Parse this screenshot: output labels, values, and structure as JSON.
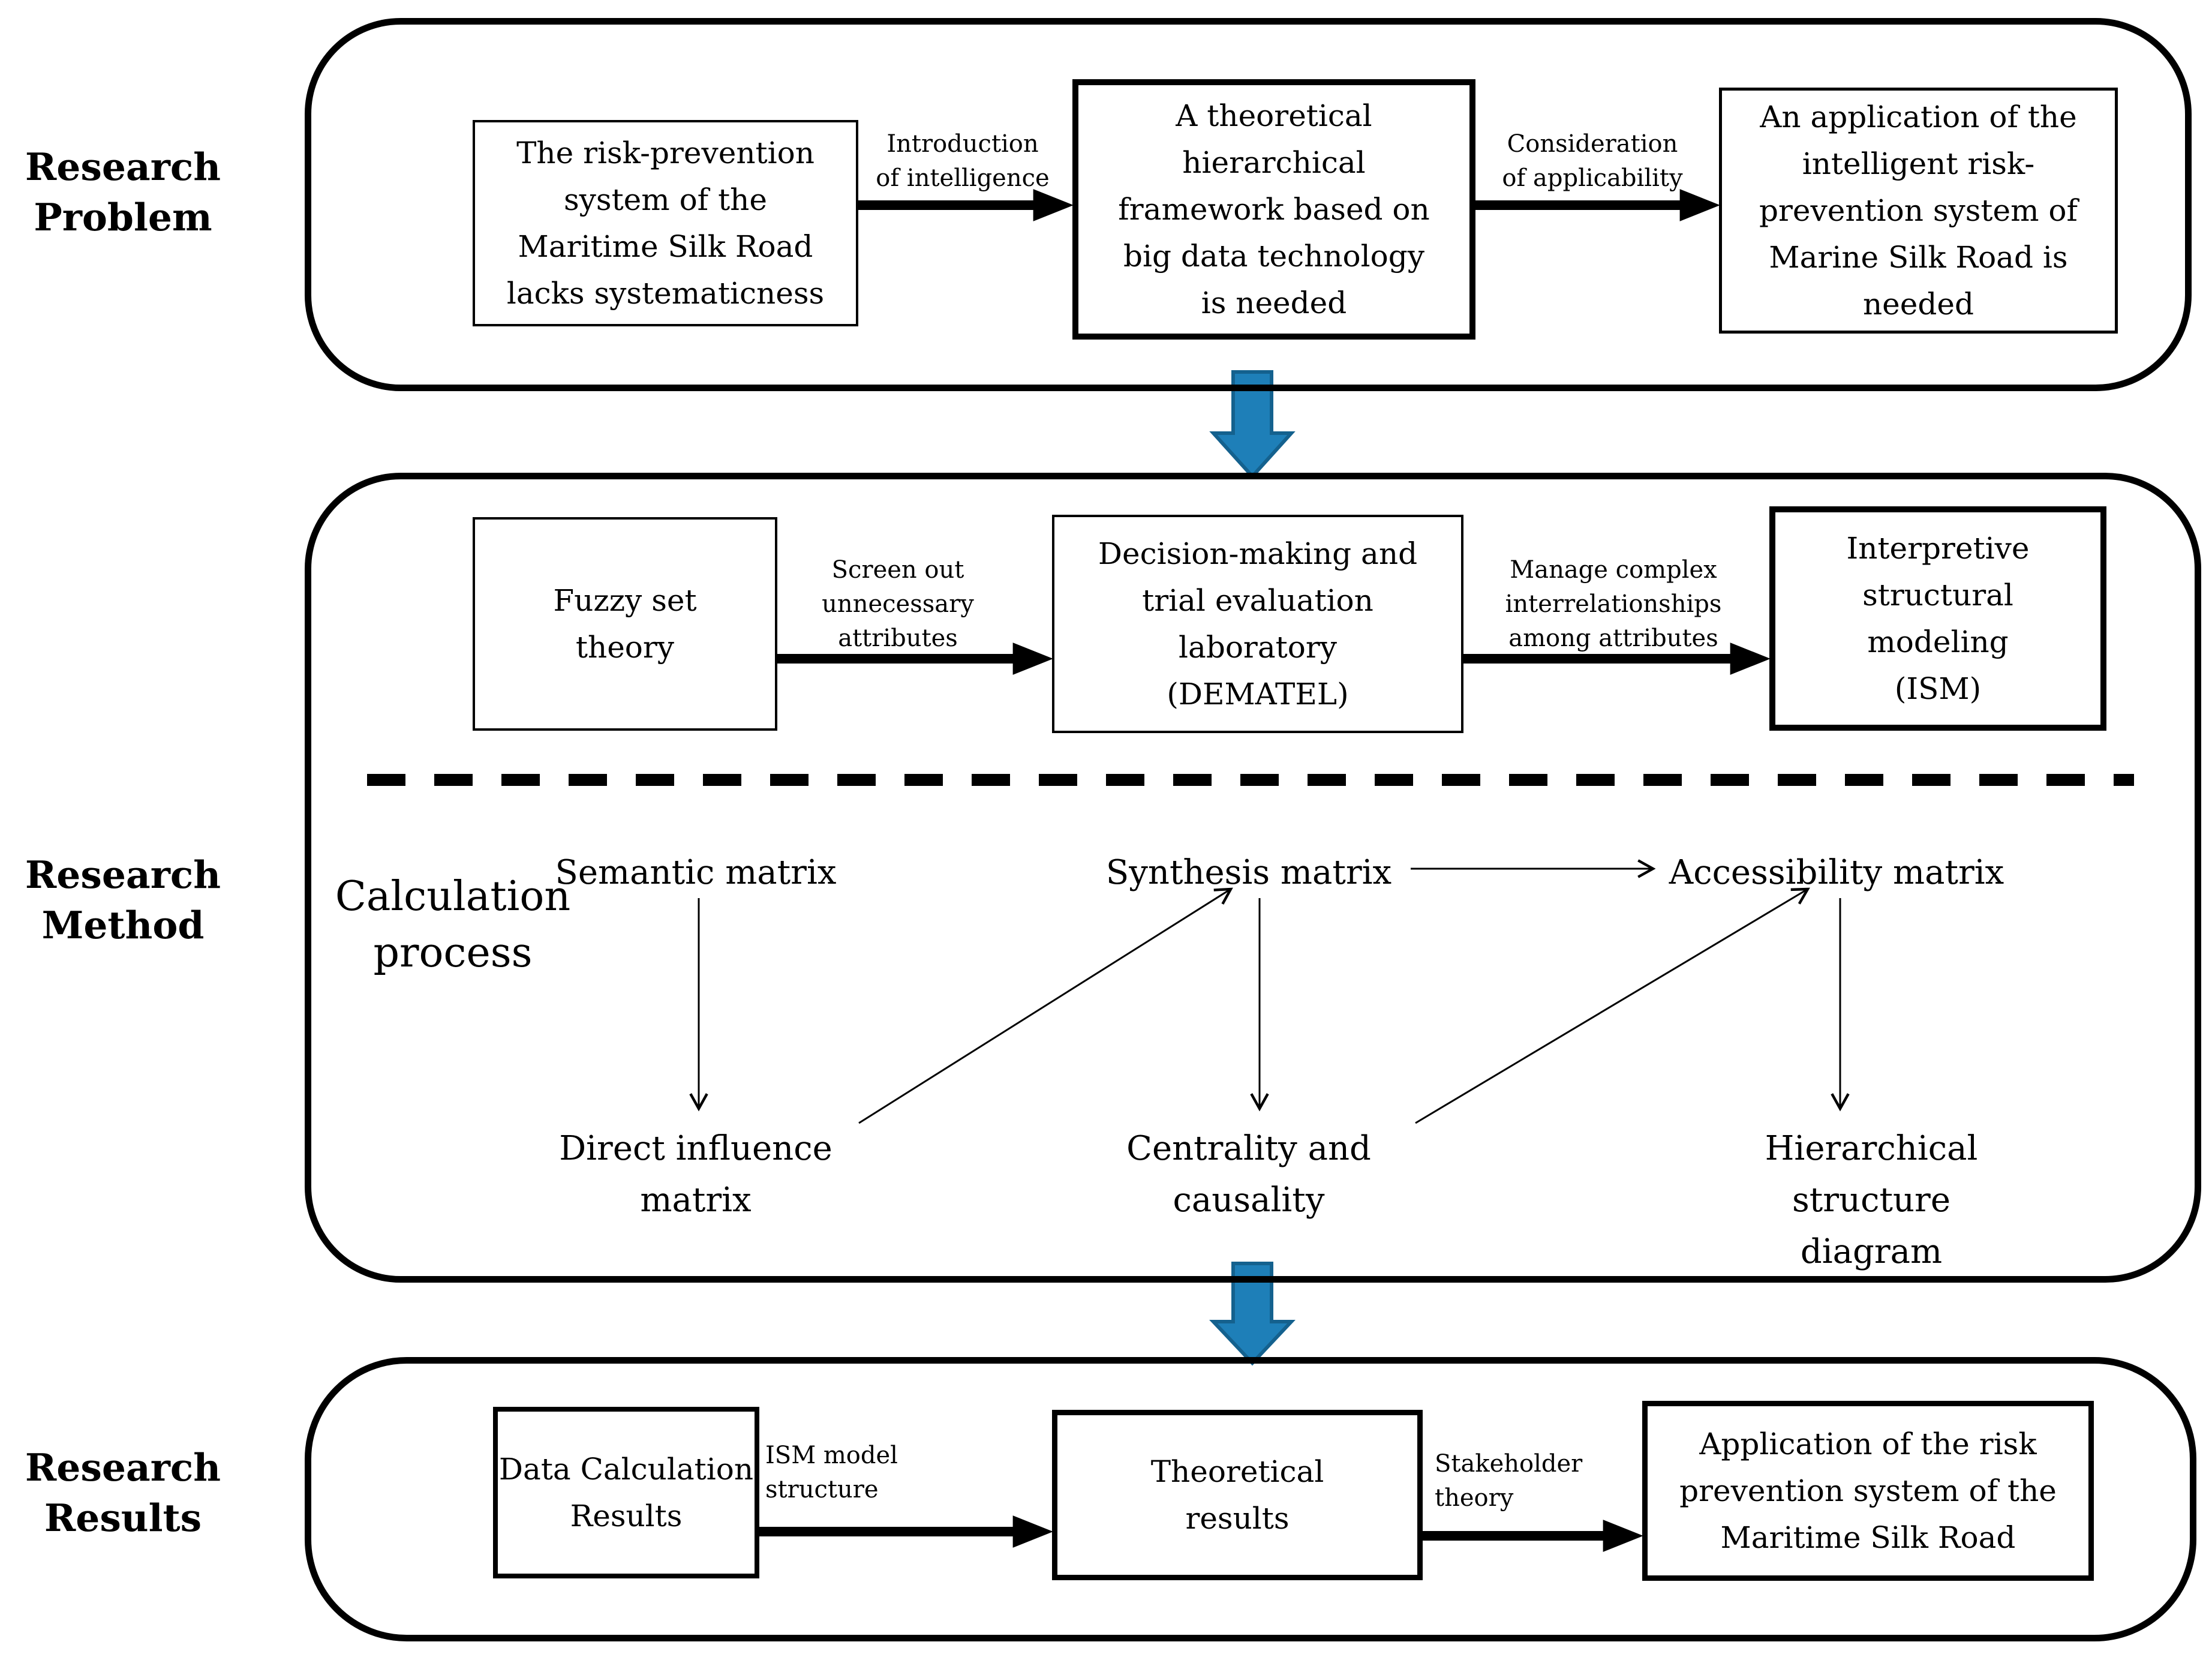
{
  "colors": {
    "ink": "#000000",
    "section_arrow_fill": "#1e7fb8",
    "section_arrow_stroke": "#14618e"
  },
  "side_labels": {
    "problem": "Research\nProblem",
    "method": "Research\nMethod",
    "results": "Research\nResults"
  },
  "problem": {
    "box_system": "The risk-prevention\nsystem of the\nMaritime Silk Road\nlacks systematicness",
    "arrow_intelligence": "Introduction\nof intelligence",
    "box_framework": "A theoretical\nhierarchical\nframework based on\nbig data technology\nis needed",
    "arrow_applicability": "Consideration\nof applicability",
    "box_application": "An application of the\nintelligent risk-\nprevention system of\nMarine Silk Road is\nneeded"
  },
  "method": {
    "box_fuzzy": "Fuzzy set\ntheory",
    "arrow_screen": "Screen out\nunnecessary\nattributes",
    "box_dematel": "Decision-making and\ntrial evaluation\nlaboratory\n(DEMATEL)",
    "arrow_manage": "Manage complex\ninterrelationships\namong attributes",
    "box_ism": "Interpretive\nstructural\nmodeling\n(ISM)",
    "calc_process": "Calculation\nprocess",
    "node_semantic": "Semantic matrix",
    "node_synthesis": "Synthesis matrix",
    "node_accessibility": "Accessibility matrix",
    "node_direct": "Direct influence\nmatrix",
    "node_centrality": "Centrality and\ncausality",
    "node_hierarchical": "Hierarchical structure\ndiagram"
  },
  "results": {
    "box_data": "Data Calculation\nResults",
    "arrow_ism": "ISM model\nstructure",
    "box_theoretical": "Theoretical\nresults",
    "arrow_stakeholder": "Stakeholder\ntheory",
    "box_application": "Application of the risk\nprevention system of the\nMaritime Silk Road"
  }
}
